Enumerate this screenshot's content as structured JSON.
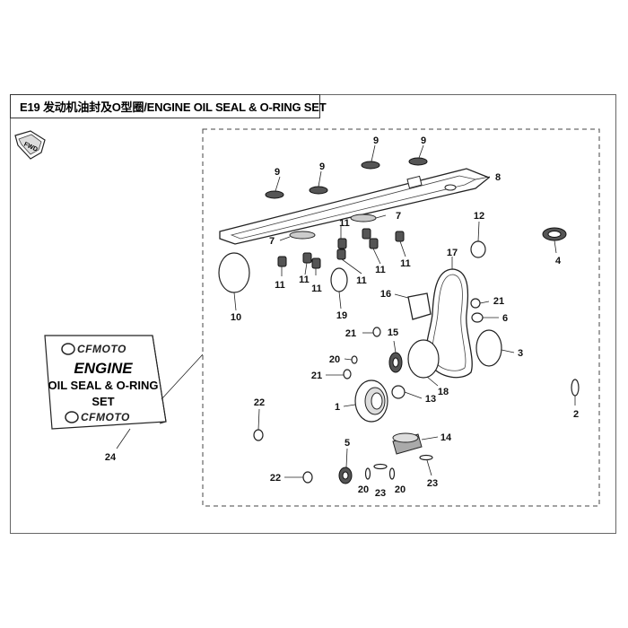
{
  "header": {
    "title": "E19 发动机油封及O型圈/ENGINE OIL SEAL & O-RING SET"
  },
  "fwd_label": "FWD",
  "kit_card": {
    "brand_top": "CFMOTO",
    "line1": "ENGINE",
    "line2": "OIL SEAL & O-RING",
    "line3": "SET",
    "brand_bottom": "CFMOTO"
  },
  "callouts": [
    {
      "id": "c9a",
      "num": "9"
    },
    {
      "id": "c9b",
      "num": "9"
    },
    {
      "id": "c9c",
      "num": "9"
    },
    {
      "id": "c9d",
      "num": "9"
    },
    {
      "id": "c8",
      "num": "8"
    },
    {
      "id": "c7a",
      "num": "7"
    },
    {
      "id": "c7b",
      "num": "7"
    },
    {
      "id": "c11a",
      "num": "11"
    },
    {
      "id": "c11b",
      "num": "11"
    },
    {
      "id": "c11c",
      "num": "11"
    },
    {
      "id": "c11d",
      "num": "11"
    },
    {
      "id": "c11e",
      "num": "11"
    },
    {
      "id": "c11f",
      "num": "11"
    },
    {
      "id": "c11g",
      "num": "11"
    },
    {
      "id": "c12",
      "num": "12"
    },
    {
      "id": "c4",
      "num": "4"
    },
    {
      "id": "c17",
      "num": "17"
    },
    {
      "id": "c10",
      "num": "10"
    },
    {
      "id": "c19",
      "num": "19"
    },
    {
      "id": "c16",
      "num": "16"
    },
    {
      "id": "c21a",
      "num": "21"
    },
    {
      "id": "c21b",
      "num": "21"
    },
    {
      "id": "c21c",
      "num": "21"
    },
    {
      "id": "c6",
      "num": "6"
    },
    {
      "id": "c15",
      "num": "15"
    },
    {
      "id": "c3",
      "num": "3"
    },
    {
      "id": "c20a",
      "num": "20"
    },
    {
      "id": "c20b",
      "num": "20"
    },
    {
      "id": "c20c",
      "num": "20"
    },
    {
      "id": "c18",
      "num": "18"
    },
    {
      "id": "c13",
      "num": "13"
    },
    {
      "id": "c1",
      "num": "1"
    },
    {
      "id": "c22a",
      "num": "22"
    },
    {
      "id": "c22b",
      "num": "22"
    },
    {
      "id": "c2",
      "num": "2"
    },
    {
      "id": "c14",
      "num": "14"
    },
    {
      "id": "c5",
      "num": "5"
    },
    {
      "id": "c23a",
      "num": "23"
    },
    {
      "id": "c23b",
      "num": "23"
    },
    {
      "id": "c24",
      "num": "24"
    }
  ]
}
